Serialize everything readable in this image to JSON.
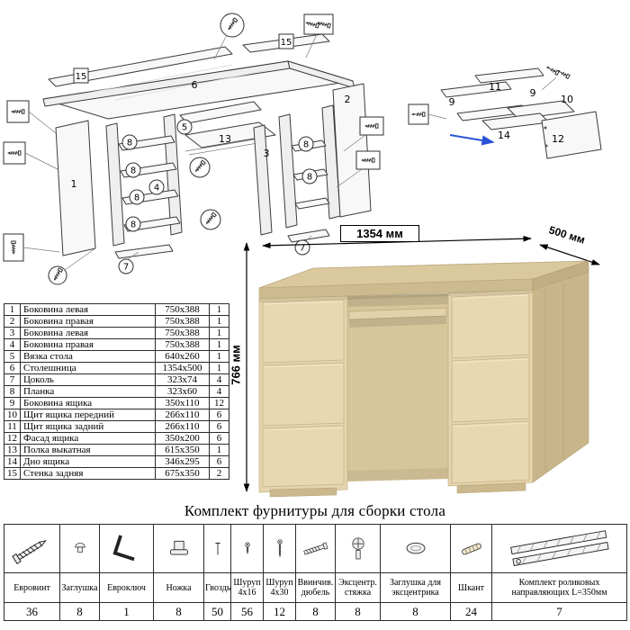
{
  "parts_table": {
    "rows": [
      {
        "num": "1",
        "name": "Боковина левая",
        "size": "750x388",
        "qty": "1"
      },
      {
        "num": "2",
        "name": "Боковина правая",
        "size": "750x388",
        "qty": "1"
      },
      {
        "num": "3",
        "name": "Боковина левая",
        "size": "750x388",
        "qty": "1"
      },
      {
        "num": "4",
        "name": "Боковина правая",
        "size": "750x388",
        "qty": "1"
      },
      {
        "num": "5",
        "name": "Вязка стола",
        "size": "640x260",
        "qty": "1"
      },
      {
        "num": "6",
        "name": "Столешница",
        "size": "1354x500",
        "qty": "1"
      },
      {
        "num": "7",
        "name": "Цоколь",
        "size": "323x74",
        "qty": "4"
      },
      {
        "num": "8",
        "name": "Планка",
        "size": "323x60",
        "qty": "4"
      },
      {
        "num": "9",
        "name": "Боковина ящика",
        "size": "350x110",
        "qty": "12"
      },
      {
        "num": "10",
        "name": "Щит ящика передний",
        "size": "266x110",
        "qty": "6"
      },
      {
        "num": "11",
        "name": "Щит ящика задний",
        "size": "266x110",
        "qty": "6"
      },
      {
        "num": "12",
        "name": "Фасад ящика",
        "size": "350x200",
        "qty": "6"
      },
      {
        "num": "13",
        "name": "Полка выкатная",
        "size": "615x350",
        "qty": "1"
      },
      {
        "num": "14",
        "name": "Дно ящика",
        "size": "346x295",
        "qty": "6"
      },
      {
        "num": "15",
        "name": "Стенка задняя",
        "size": "675x350",
        "qty": "2"
      }
    ]
  },
  "desk": {
    "dim_width": "1354 мм",
    "dim_depth": "500 мм",
    "dim_height": "766 мм",
    "wood_color": "#e5d4ad",
    "top_color": "#dbc99e"
  },
  "hardware": {
    "title": "Комплект фурнитуры для сборки стола",
    "items": [
      {
        "name": "Евровинт",
        "qty": "36",
        "icon": "eurovint-icon"
      },
      {
        "name": "Заглушка",
        "qty": "8",
        "icon": "cap-icon"
      },
      {
        "name": "Евроключ",
        "qty": "1",
        "icon": "hexkey-icon"
      },
      {
        "name": "Ножка",
        "qty": "8",
        "icon": "foot-icon"
      },
      {
        "name": "Гвоздь",
        "qty": "50",
        "icon": "nail-icon"
      },
      {
        "name": "Шуруп 4x16",
        "qty": "56",
        "icon": "screw-small-icon"
      },
      {
        "name": "Шуруп 4x30",
        "qty": "12",
        "icon": "screw-long-icon"
      },
      {
        "name": "Ввинчив. дюбель",
        "qty": "8",
        "icon": "dowel-screw-icon"
      },
      {
        "name": "Эксцентр. стяжка",
        "qty": "8",
        "icon": "cam-lock-icon"
      },
      {
        "name": "Заглушка для эксцентрика",
        "qty": "8",
        "icon": "cam-cap-icon"
      },
      {
        "name": "Шкант",
        "qty": "24",
        "icon": "wood-dowel-icon"
      },
      {
        "name": "Комплект роликовых направляющих L=350мм",
        "qty": "7",
        "icon": "drawer-slides-icon"
      }
    ]
  },
  "diagram_main": {
    "callouts": [
      "15",
      "15",
      "6",
      "2",
      "1",
      "3",
      "13",
      "5",
      "8",
      "8",
      "8",
      "8",
      "4",
      "7",
      "8",
      "8",
      "7"
    ]
  },
  "diagram_drawer": {
    "callouts": [
      "11",
      "9",
      "9",
      "10",
      "14",
      "12"
    ]
  }
}
